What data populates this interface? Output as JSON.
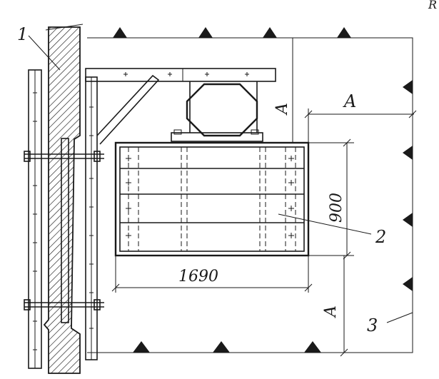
{
  "labels": {
    "wall_marker": "1",
    "cage_marker": "2",
    "boundary_marker": "3",
    "width_dim": "1690",
    "height_dim": "900",
    "clearance_top_right": "A",
    "clearance_vertical_upper": "A",
    "clearance_vertical_lower": "A",
    "corner_fragment": "R"
  },
  "colors": {
    "ink": "#1a1a1a",
    "hatch": "#1a1a1a",
    "paper": "#ffffff"
  }
}
